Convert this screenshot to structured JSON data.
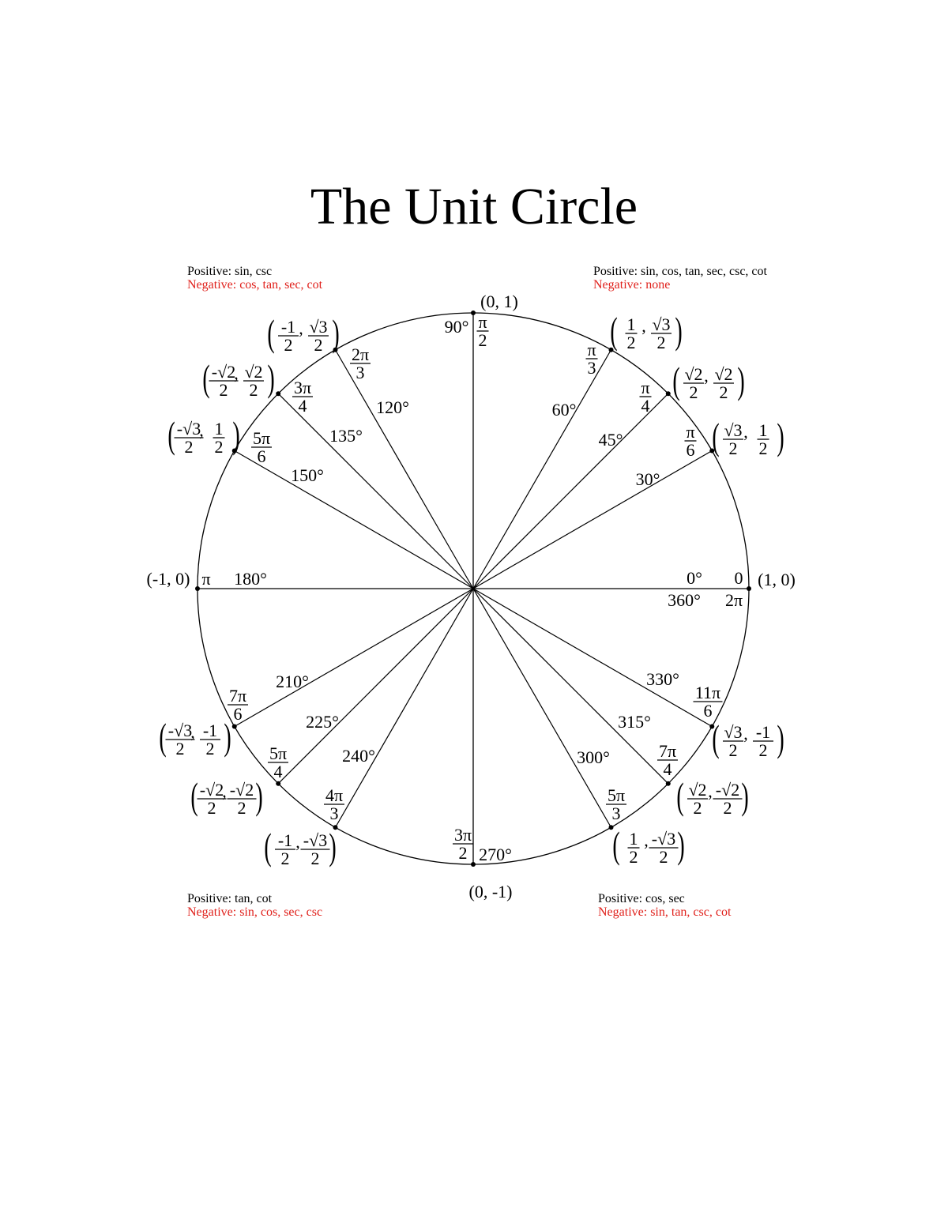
{
  "title": "The Unit Circle",
  "quadrants": [
    {
      "id": "q2",
      "positive": "Positive: sin, csc",
      "negative": "Negative: cos, tan, sec, cot"
    },
    {
      "id": "q1",
      "positive": "Positive: sin, cos, tan, sec, csc, cot",
      "negative": "Negative: none"
    },
    {
      "id": "q3",
      "positive": "Positive: tan, cot",
      "negative": "Negative: sin, cos, sec, csc"
    },
    {
      "id": "q4",
      "positive": "Positive: cos, sec",
      "negative": "Negative: sin, tan, csc, cot"
    }
  ],
  "angles": [
    {
      "deg": 0,
      "deg_label": "0°",
      "deg_label_alt": "360°",
      "rad": "0",
      "rad_alt": "2π",
      "coord": "(1, 0)"
    },
    {
      "deg": 30,
      "deg_label": "30°",
      "rad_num": "π",
      "rad_den": "6",
      "coord": {
        "x_num": "√3",
        "x_den": "2",
        "y_num": "1",
        "y_den": "2"
      }
    },
    {
      "deg": 45,
      "deg_label": "45°",
      "rad_num": "π",
      "rad_den": "4",
      "coord": {
        "x_num": "√2",
        "x_den": "2",
        "y_num": "√2",
        "y_den": "2"
      }
    },
    {
      "deg": 60,
      "deg_label": "60°",
      "rad_num": "π",
      "rad_den": "3",
      "coord": {
        "x_num": "1",
        "x_den": "2",
        "y_num": "√3",
        "y_den": "2"
      }
    },
    {
      "deg": 90,
      "deg_label": "90°",
      "rad_num": "π",
      "rad_den": "2",
      "coord": "(0, 1)"
    },
    {
      "deg": 120,
      "deg_label": "120°",
      "rad_num": "2π",
      "rad_den": "3",
      "coord": {
        "x_num": "-1",
        "x_den": "2",
        "y_num": "√3",
        "y_den": "2"
      }
    },
    {
      "deg": 135,
      "deg_label": "135°",
      "rad_num": "3π",
      "rad_den": "4",
      "coord": {
        "x_num": "-√2",
        "x_den": "2",
        "y_num": "√2",
        "y_den": "2"
      }
    },
    {
      "deg": 150,
      "deg_label": "150°",
      "rad_num": "5π",
      "rad_den": "6",
      "coord": {
        "x_num": "-√3",
        "x_den": "2",
        "y_num": "1",
        "y_den": "2"
      }
    },
    {
      "deg": 180,
      "deg_label": "180°",
      "rad": "π",
      "coord": "(-1, 0)"
    },
    {
      "deg": 210,
      "deg_label": "210°",
      "rad_num": "7π",
      "rad_den": "6",
      "coord": {
        "x_num": "-√3",
        "x_den": "2",
        "y_num": "-1",
        "y_den": "2"
      }
    },
    {
      "deg": 225,
      "deg_label": "225°",
      "rad_num": "5π",
      "rad_den": "4",
      "coord": {
        "x_num": "-√2",
        "x_den": "2",
        "y_num": "-√2",
        "y_den": "2"
      }
    },
    {
      "deg": 240,
      "deg_label": "240°",
      "rad_num": "4π",
      "rad_den": "3",
      "coord": {
        "x_num": "-1",
        "x_den": "2",
        "y_num": "-√3",
        "y_den": "2"
      }
    },
    {
      "deg": 270,
      "deg_label": "270°",
      "rad_num": "3π",
      "rad_den": "2",
      "coord": "(0, -1)"
    },
    {
      "deg": 300,
      "deg_label": "300°",
      "rad_num": "5π",
      "rad_den": "3",
      "coord": {
        "x_num": "1",
        "x_den": "2",
        "y_num": "-√3",
        "y_den": "2"
      }
    },
    {
      "deg": 315,
      "deg_label": "315°",
      "rad_num": "7π",
      "rad_den": "4",
      "coord": {
        "x_num": "√2",
        "x_den": "2",
        "y_num": "-√2",
        "y_den": "2"
      }
    },
    {
      "deg": 330,
      "deg_label": "330°",
      "rad_num": "11π",
      "rad_den": "6",
      "coord": {
        "x_num": "√3",
        "x_den": "2",
        "y_num": "-1",
        "y_den": "2"
      }
    }
  ]
}
